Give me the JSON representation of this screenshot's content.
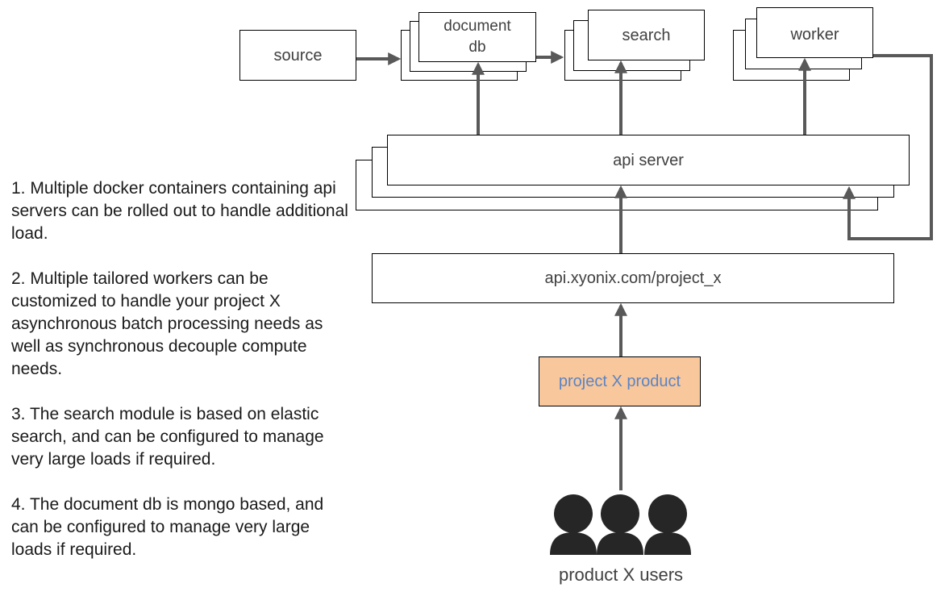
{
  "diagram": {
    "nodes": {
      "source": "source",
      "document_db": "document\ndb",
      "search": "search",
      "worker": "worker",
      "api_server": "api server",
      "gateway": "api.xyonix.com/project_x",
      "product": "project X product",
      "users": "product X users"
    },
    "edges": [
      {
        "from": "source",
        "to": "document_db"
      },
      {
        "from": "document_db",
        "to": "search"
      },
      {
        "from": "api_server",
        "to": "document_db"
      },
      {
        "from": "api_server",
        "to": "search"
      },
      {
        "from": "api_server",
        "to": "worker"
      },
      {
        "from": "worker",
        "to": "api_server"
      },
      {
        "from": "gateway",
        "to": "api_server"
      },
      {
        "from": "product",
        "to": "gateway"
      },
      {
        "from": "users",
        "to": "product"
      }
    ]
  },
  "notes": [
    "1. Multiple docker containers containing api servers can be rolled out to handle additional load.",
    "2. Multiple tailored workers can be customized to handle your project X asynchronous batch processing needs as well as synchronous decouple compute needs.",
    "3. The search module is based on elastic search, and can be configured to manage very large loads if required.",
    "4. The document db is mongo based, and can be configured to manage very large loads if required."
  ],
  "colors": {
    "arrow": "#595959",
    "product_fill": "#f8c79b",
    "product_text": "#5b84c4",
    "user_icon": "#262626"
  }
}
